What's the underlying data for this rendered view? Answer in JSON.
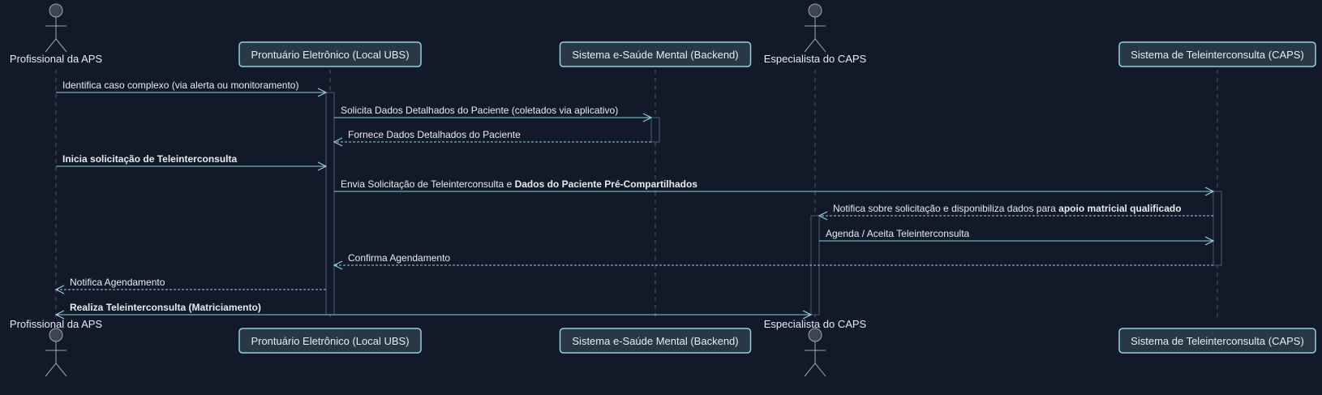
{
  "participants": [
    {
      "id": "aps",
      "kind": "actor",
      "label": "Profissional da APS"
    },
    {
      "id": "pront",
      "kind": "box",
      "label": "Prontuário Eletrônico (Local UBS)"
    },
    {
      "id": "esaude",
      "kind": "box",
      "label": "Sistema e-Saúde Mental (Backend)"
    },
    {
      "id": "esp",
      "kind": "actor",
      "label": "Especialista do CAPS"
    },
    {
      "id": "tele",
      "kind": "box",
      "label": "Sistema de Teleinterconsulta (CAPS)"
    }
  ],
  "messages": [
    {
      "from": "aps",
      "to": "pront",
      "style": "solid",
      "parts": [
        {
          "text": "Identifica caso complexo (via alerta ou monitoramento)",
          "bold": false
        }
      ]
    },
    {
      "from": "pront",
      "to": "esaude",
      "style": "solid",
      "parts": [
        {
          "text": "Solicita Dados Detalhados do Paciente (coletados via aplicativo)",
          "bold": false
        }
      ]
    },
    {
      "from": "esaude",
      "to": "pront",
      "style": "dashed",
      "parts": [
        {
          "text": "Fornece Dados Detalhados do Paciente",
          "bold": false
        }
      ]
    },
    {
      "from": "aps",
      "to": "pront",
      "style": "solid",
      "parts": [
        {
          "text": "Inicia solicitação de Teleinterconsulta",
          "bold": true
        }
      ]
    },
    {
      "from": "pront",
      "to": "tele",
      "style": "solid",
      "parts": [
        {
          "text": "Envia Solicitação de Teleinterconsulta e ",
          "bold": false
        },
        {
          "text": "Dados do Paciente Pré-Compartilhados",
          "bold": true
        }
      ]
    },
    {
      "from": "tele",
      "to": "esp",
      "style": "dashed",
      "parts": [
        {
          "text": "Notifica sobre solicitação e disponibiliza dados para ",
          "bold": false
        },
        {
          "text": "apoio matricial qualificado",
          "bold": true
        }
      ]
    },
    {
      "from": "esp",
      "to": "tele",
      "style": "solid",
      "parts": [
        {
          "text": "Agenda / Aceita Teleinterconsulta",
          "bold": false
        }
      ]
    },
    {
      "from": "tele",
      "to": "pront",
      "style": "dashed",
      "parts": [
        {
          "text": "Confirma Agendamento",
          "bold": false
        }
      ]
    },
    {
      "from": "pront",
      "to": "aps",
      "style": "dashed",
      "parts": [
        {
          "text": "Notifica Agendamento",
          "bold": false
        }
      ]
    },
    {
      "from": "aps",
      "to": "esp",
      "style": "solid",
      "bidirectional": true,
      "parts": [
        {
          "text": "Realiza Teleinterconsulta (Matriciamento)",
          "bold": true
        }
      ]
    }
  ],
  "colors": {
    "background": "#121a29",
    "arrow": "#8fd3e0",
    "box_border": "#8fd3e0",
    "box_fill": "#2a3745",
    "lifeline": "#4c5a6b",
    "text": "#e6ecf2"
  }
}
